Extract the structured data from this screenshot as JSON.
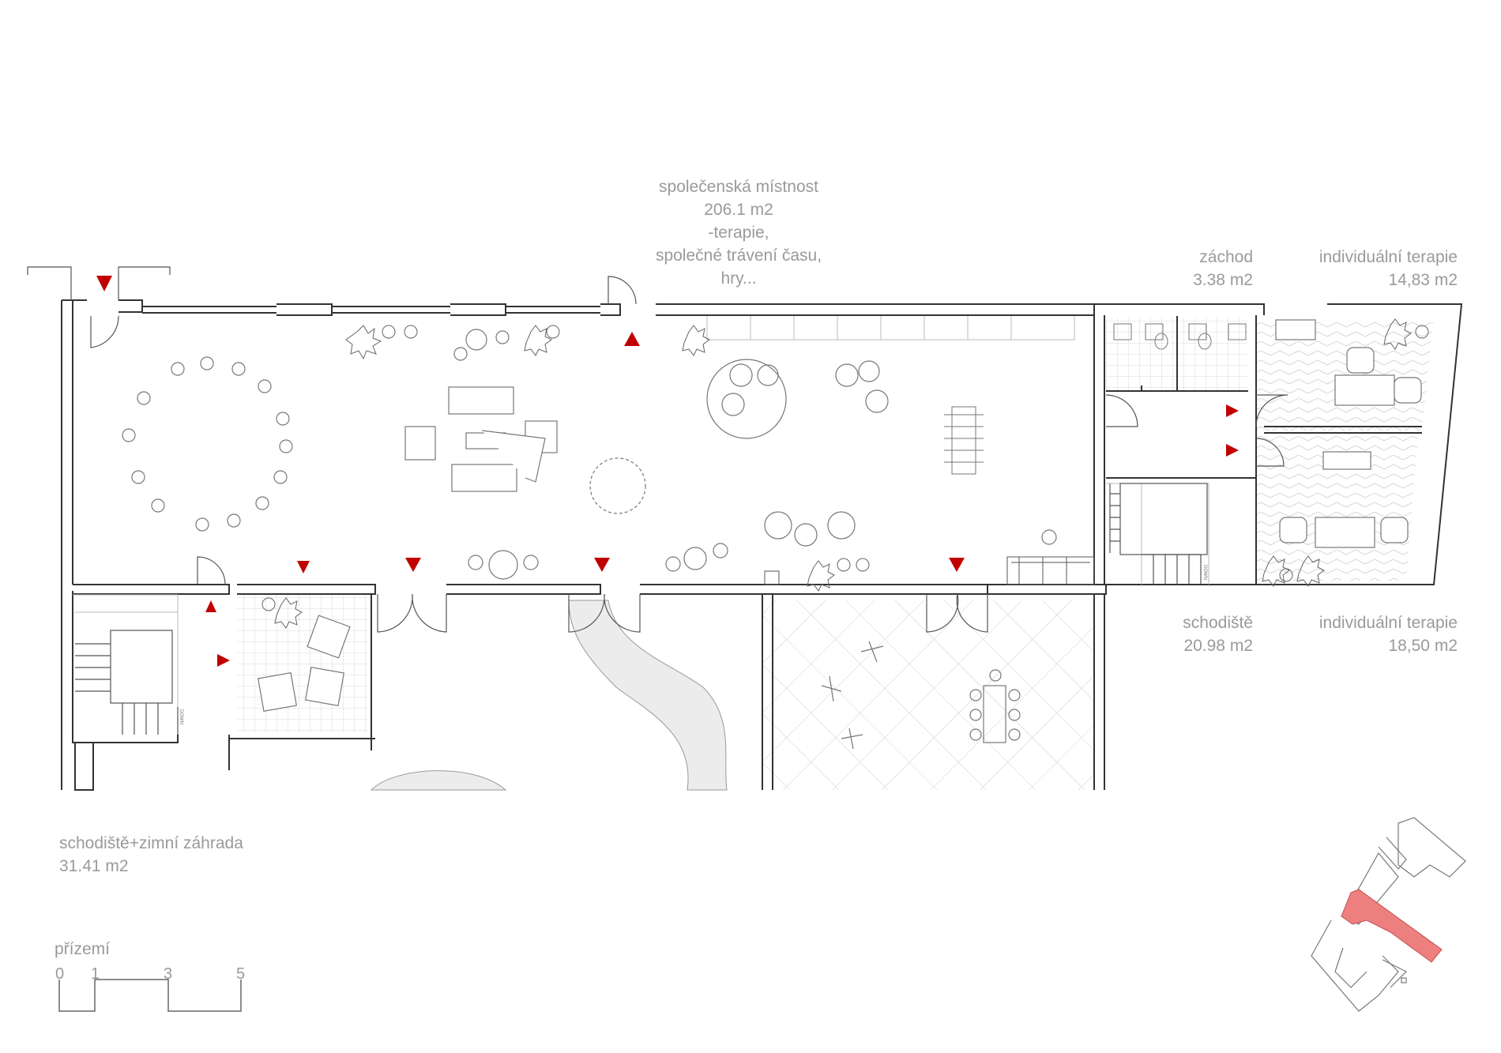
{
  "rooms": {
    "spolecenska": {
      "lines": [
        "společenská místnost",
        "206.1 m2",
        "-terapie,",
        "společné trávení času,",
        "hry..."
      ]
    },
    "zachod": {
      "lines": [
        "záchod",
        "3.38 m2"
      ]
    },
    "individualni_top": {
      "lines": [
        "individuální terapie",
        "14,83 m2"
      ]
    },
    "schodiste": {
      "lines": [
        "schodiště",
        "20.98 m2"
      ]
    },
    "individualni_bottom": {
      "lines": [
        "individuální terapie",
        "18,50 m2"
      ]
    },
    "schodiste_zahrada": {
      "lines": [
        "schodiště+zimní záhrada",
        "31.41 m2"
      ]
    }
  },
  "floor_label": "přízemí",
  "scale_bar": {
    "ticks": [
      "0",
      "1",
      "3",
      "5"
    ]
  },
  "small_text": {
    "stair_down_1": "DOWN",
    "stair_down_2": "DOWN"
  },
  "colors": {
    "line": "#333333",
    "light_line": "#bdbdbd",
    "entry_marker": "#c00000",
    "highlight": "#ee7f7f",
    "text": "#9a9a9a"
  }
}
